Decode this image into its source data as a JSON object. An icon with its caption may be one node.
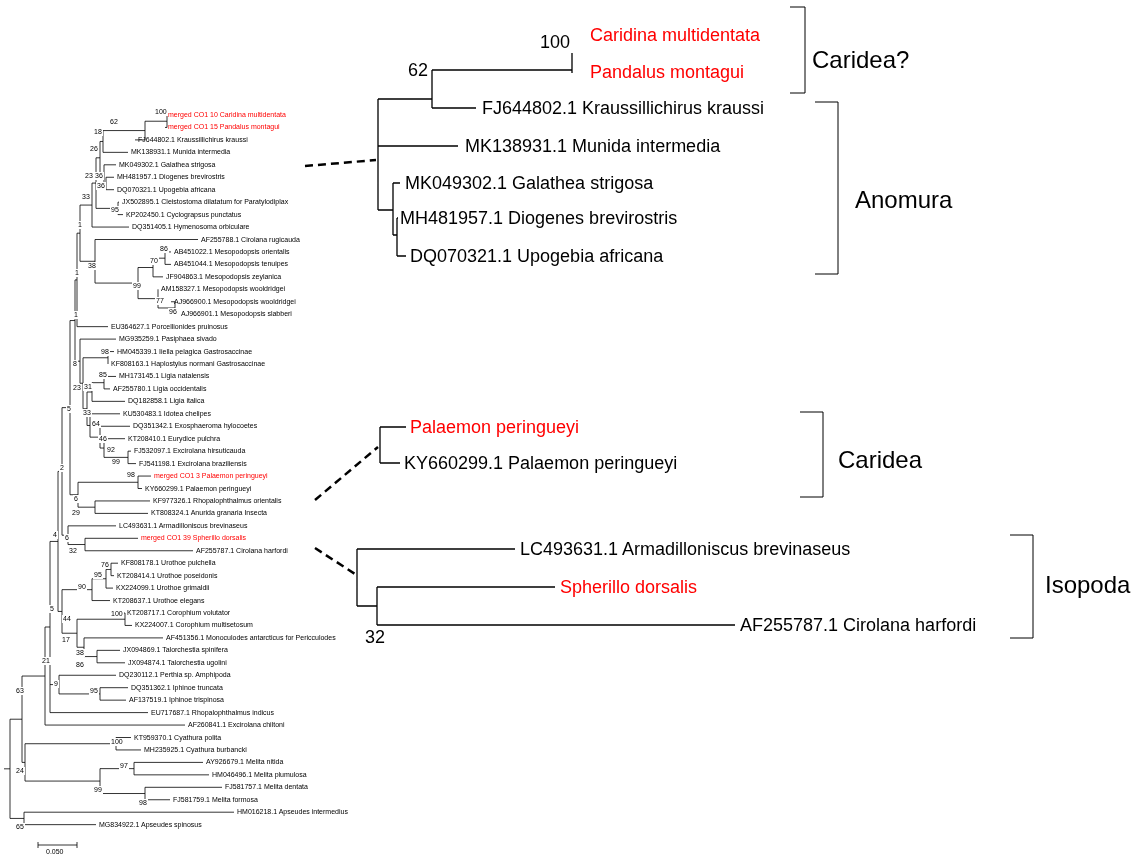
{
  "diagram": {
    "nodes": [
      {
        "text": [
          "100",
          "62",
          "Caridina multidentata",
          "Pandalus montagui",
          "FJ644802.1 Kraussillichirus kraussi",
          "MK138931.1 Munida intermedia",
          "MK049302.1 Galathea strigosa",
          "MH481957.1 Diogenes brevirostris",
          "DQ070321.1 Upogebia africana"
        ]
      },
      {
        "text": [
          "Palaemon peringueyi",
          "KY660299.1 Palaemon peringueyi"
        ]
      },
      {
        "text": [
          "LC493631.1 Armadilloniscus brevinaseus",
          "Spherillo dorsalis",
          "32",
          "AF255787.1 Cirolana harfordi"
        ]
      }
    ],
    "edges": [
      {
        "from": null,
        "to": 0,
        "arrow": "none",
        "style": "dashed"
      },
      {
        "from": null,
        "to": 1,
        "arrow": "none",
        "style": "dashed"
      },
      {
        "from": null,
        "to": 2,
        "arrow": "none",
        "style": "dashed"
      }
    ],
    "labels": [
      "merged CO1 10 Caridina multidentata",
      "merged CO1 15 Pandalus montagui",
      "FJ644802.1 Kraussillichirus kraussi",
      "MK138931.1 Munida intermedia",
      "MK049302.1 Galathea strigosa",
      "MH481957.1 Diogenes brevirostris",
      "DQ070321.1 Upogebia africana",
      "JX502895.1 Cleistostoma dilatatum for Paratylodiplax",
      "KP202450.1 Cyclograpsus punctatus",
      "DQ351405.1 Hymenosoma orbiculare",
      "AF255788.1 Cirolana rugicauda",
      "AB451022.1 Mesopodopsis orientalis",
      "AB451044.1 Mesopodopsis tenuipes",
      "JF904863.1 Mesopodopsis zeylanica",
      "AM158327.1 Mesopodopsis wooldridgei",
      "AJ966900.1 Mesopodopsis wooldridgei",
      "AJ966901.1 Mesopodopsis slabberi",
      "EU364627.1 Porcellionides pruinosus",
      "MG935259.1 Pasiphaea sivado",
      "HM045339.1 Iiella pelagica Gastrosaccinae",
      "KF808163.1 Haplostylus normani Gastrosaccinae",
      "MH173145.1 Ligia natalensis",
      "AF255780.1 Ligia occidentalis",
      "DQ182858.1 Ligia italica",
      "KU530483.1 Idotea chelipes",
      "DQ351342.1 Exosphaeroma hylocoetes",
      "KT208410.1 Eurydice pulchra",
      "FJ532097.1 Excirolana hirsuticauda",
      "FJ541198.1 Excirolana braziliensis",
      "merged CO1 3 Palaemon peringueyi",
      "KY660299.1 Palaemon peringueyi",
      "KF977326.1 Rhopalophthalmus orientalis",
      "KT808324.1 Anurida granaria Insecta",
      "LC493631.1 Armadilloniscus brevinaseus",
      "merged CO1 39 Spherillo dorsalis",
      "AF255787.1 Cirolana harfordi",
      "KF808178.1 Urothoe pulchella",
      "KT208414.1 Urothoe poseidonis",
      "KX224099.1 Urothoe grimaldii",
      "KT208637.1 Urothoe elegans",
      "KT208717.1 Corophium volutator",
      "KX224007.1 Corophium multisetosum",
      "AF451356.1 Monoculodes antarcticus for Pericculodes",
      "JX094869.1 Talorchestia spinifera",
      "JX094874.1 Talorchestia ugolini",
      "DQ230112.1 Perthia sp. Amphipoda",
      "DQ351362.1 Iphinoe truncata",
      "AF137519.1 Iphinoe trispinosa",
      "EU717687.1 Rhopalophthalmus indicus",
      "AF260841.1 Excirolana chiltoni",
      "KT959370.1 Cyathura polita",
      "MH235925.1 Cyathura burbancki",
      "AY926679.1 Melita nitida",
      "HM046496.1 Melita plumulosa",
      "FJ581757.1 Melita dentata",
      "FJ581759.1 Melita formosa",
      "HM016218.1 Apseudes intermedius",
      "MG834922.1 Apseudes spinosus",
      "100",
      "62",
      "18",
      "26",
      "23",
      "36",
      "36",
      "33",
      "95",
      "1",
      "86",
      "70",
      "38",
      "1",
      "99",
      "77",
      "96",
      "1",
      "98",
      "8",
      "85",
      "23",
      "31",
      "5",
      "33",
      "64",
      "46",
      "92",
      "99",
      "2",
      "98",
      "6",
      "29",
      "4",
      "6",
      "32",
      "76",
      "95",
      "90",
      "5",
      "100",
      "44",
      "17",
      "38",
      "21",
      "86",
      "9",
      "63",
      "95",
      "100",
      "97",
      "24",
      "99",
      "98",
      "65",
      "0.050",
      "Caridea?",
      "Anomura",
      "Caridea",
      "Isopoda"
    ]
  }
}
